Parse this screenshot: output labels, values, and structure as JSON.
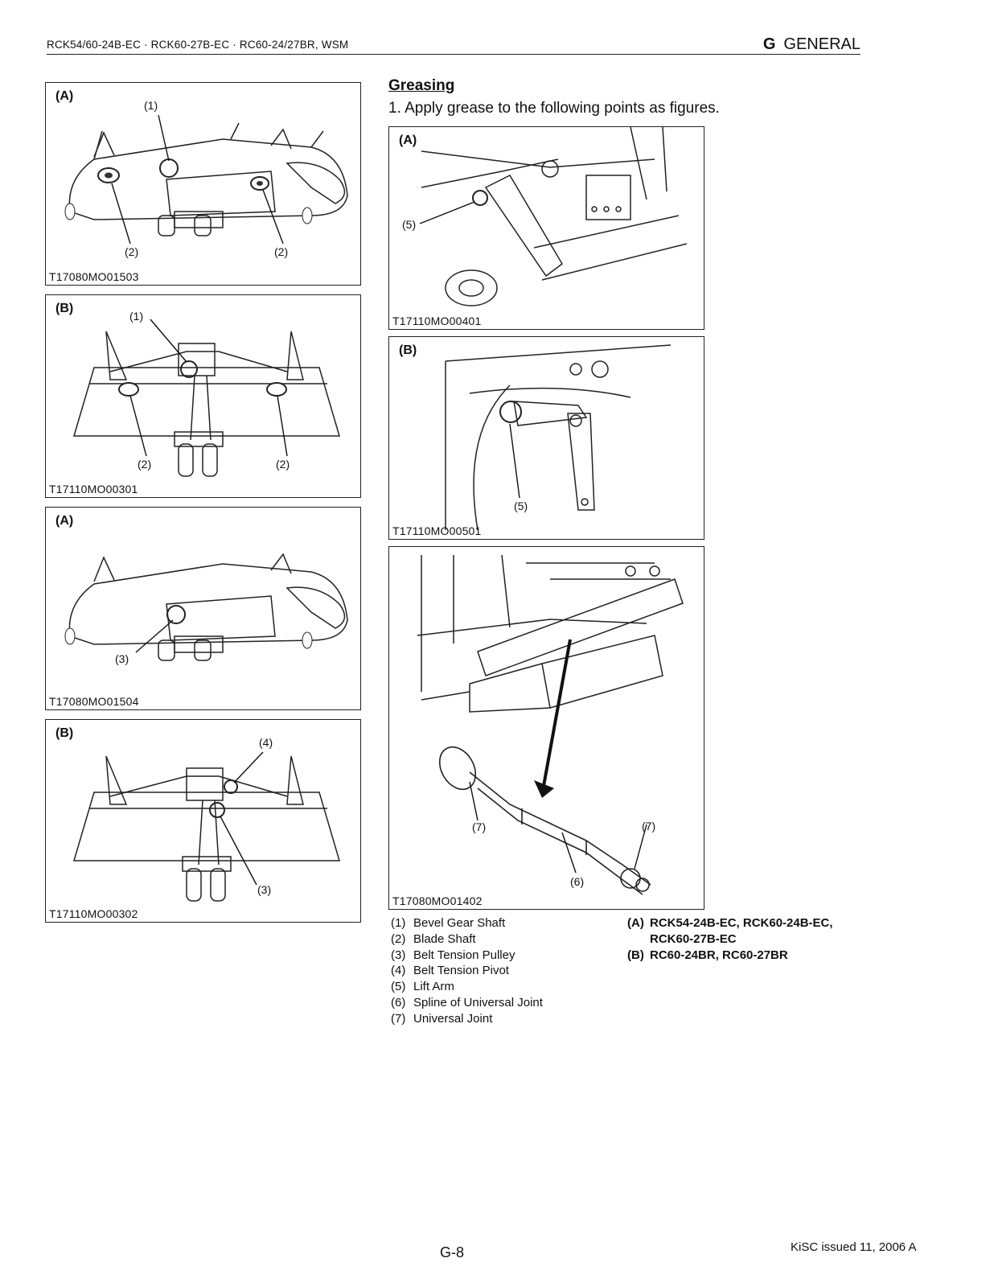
{
  "header": {
    "models": "RCK54/60-24B-EC · RCK60-27B-EC · RC60-24/27BR, WSM",
    "section_letter": "G",
    "section_title": "GENERAL"
  },
  "greasing": {
    "title": "Greasing",
    "step": "1.  Apply grease to the following points as figures."
  },
  "figures": {
    "left1": {
      "tag": "(A)",
      "code": "T17080MO01503",
      "callouts": [
        "(1)",
        "(2)",
        "(2)"
      ]
    },
    "left2": {
      "tag": "(B)",
      "code": "T17110MO00301",
      "callouts": [
        "(1)",
        "(2)",
        "(2)"
      ]
    },
    "left3": {
      "tag": "(A)",
      "code": "T17080MO01504",
      "callouts": [
        "(3)"
      ]
    },
    "left4": {
      "tag": "(B)",
      "code": "T17110MO00302",
      "callouts": [
        "(4)",
        "(3)"
      ]
    },
    "right1": {
      "tag": "(A)",
      "code": "T17110MO00401",
      "callouts": [
        "(5)"
      ]
    },
    "right2": {
      "tag": "(B)",
      "code": "T17110MO00501",
      "callouts": [
        "(5)"
      ]
    },
    "right3": {
      "code": "T17080MO01402",
      "callouts": [
        "(7)",
        "(7)",
        "(6)"
      ]
    }
  },
  "legend": [
    {
      "num": "(1)",
      "label": "Bevel Gear Shaft"
    },
    {
      "num": "(2)",
      "label": "Blade Shaft"
    },
    {
      "num": "(3)",
      "label": "Belt Tension Pulley"
    },
    {
      "num": "(4)",
      "label": "Belt Tension Pivot"
    },
    {
      "num": "(5)",
      "label": "Lift Arm"
    },
    {
      "num": "(6)",
      "label": "Spline of Universal Joint"
    },
    {
      "num": "(7)",
      "label": "Universal Joint"
    }
  ],
  "models": {
    "a_key": "(A)",
    "a_line1": "RCK54-24B-EC, RCK60-24B-EC,",
    "a_line2": "RCK60-27B-EC",
    "b_key": "(B)",
    "b_line": "RC60-24BR, RC60-27BR"
  },
  "footer": {
    "page": "G-8",
    "issued": "KiSC issued 11, 2006 A"
  }
}
